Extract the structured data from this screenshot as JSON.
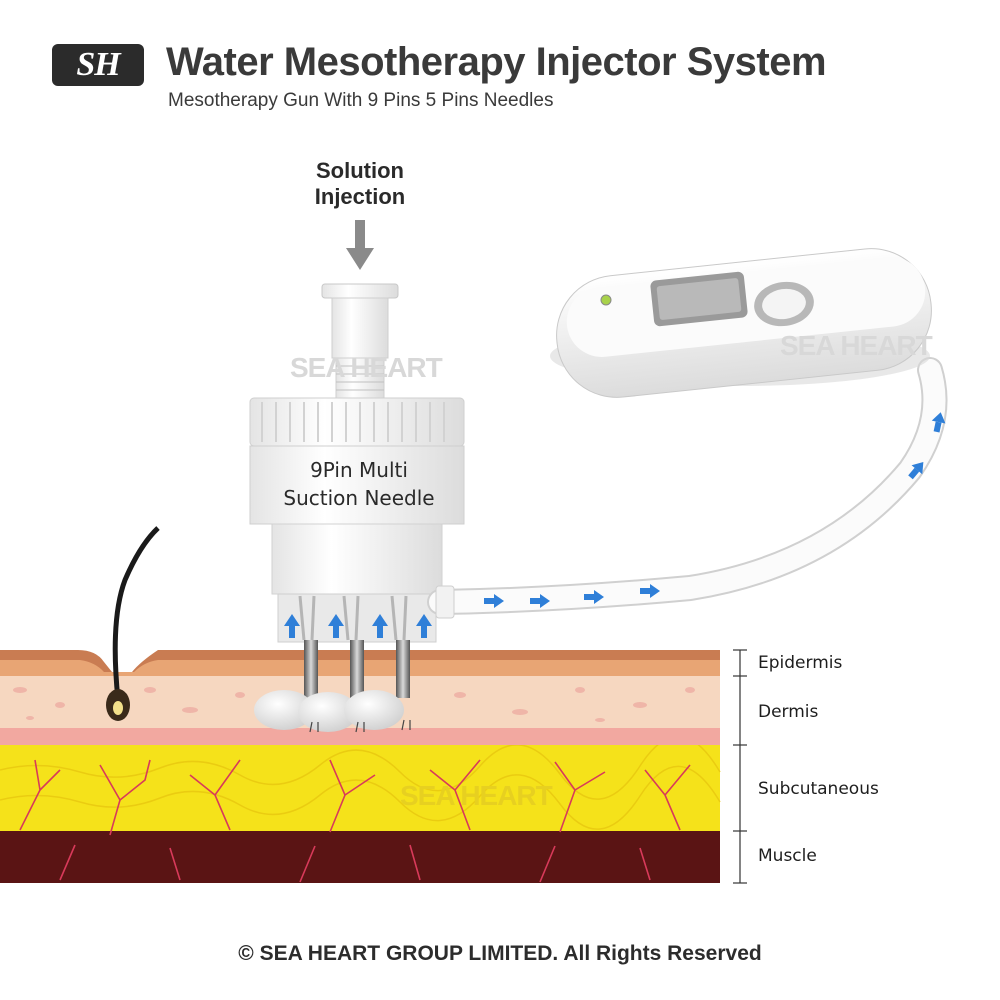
{
  "brand": {
    "logo_text": "SH",
    "watermark": "SEA HEART"
  },
  "header": {
    "title": "Water Mesotherapy Injector System",
    "subtitle": "Mesotherapy Gun With 9 Pins 5 Pins Needles"
  },
  "diagram": {
    "injection_label_line1": "Solution",
    "injection_label_line2": "Injection",
    "needle_label_line1": "9Pin Multi",
    "needle_label_line2": "Suction Needle",
    "skin_layers": [
      "Epidermis",
      "Dermis",
      "Subcutaneous",
      "Muscle"
    ]
  },
  "colors": {
    "epidermis": "#c97c52",
    "dermis": "#f6d7c0",
    "subcutaneous": "#f5e21a",
    "muscle": "#5a1414",
    "flow_arrow": "#2f7fd8",
    "vessel": "#d83a5a"
  },
  "footer": {
    "copyright": "© SEA HEART GROUP LIMITED.  All Rights Reserved"
  }
}
